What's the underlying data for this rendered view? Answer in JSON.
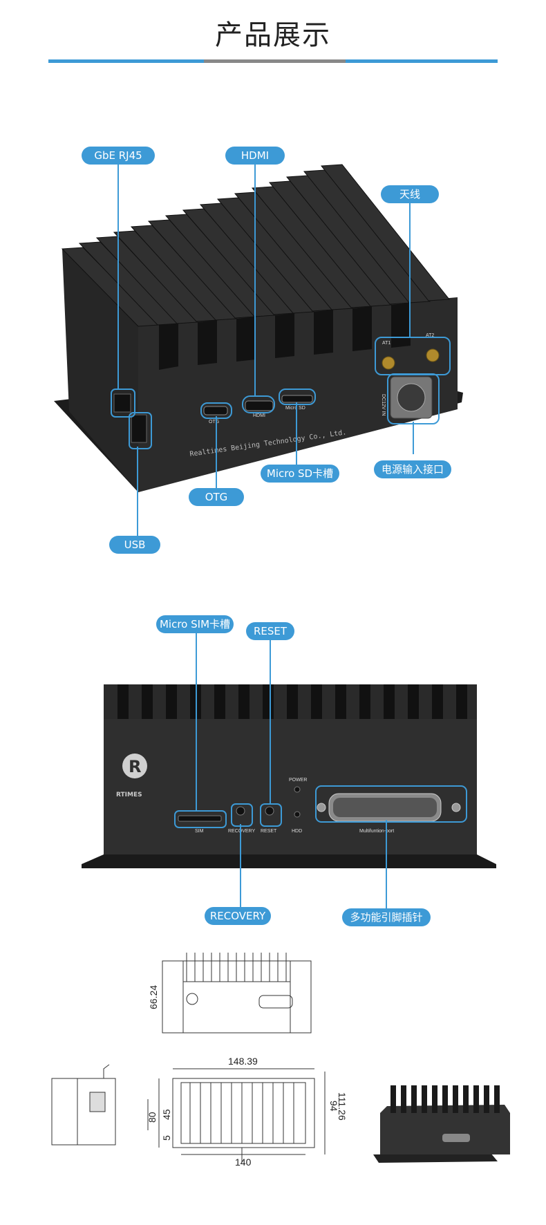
{
  "header": {
    "title": "产品展示",
    "bar_colors": [
      "#3d9ad6",
      "#888888",
      "#3d9ad6"
    ]
  },
  "view1": {
    "labels": {
      "gbe": "GbE RJ45",
      "hdmi": "HDMI",
      "antenna": "天线",
      "microsd": "Micro SD卡槽",
      "power_in": "电源输入接口",
      "otg": "OTG",
      "usb": "USB"
    },
    "port_labels": {
      "otg": "OTG",
      "hdmi": "HDMI",
      "microsd": "Micro SD",
      "at1": "AT1",
      "at2": "AT2",
      "dc_in": "DC12V IN"
    },
    "engraving": "Realtimes Beijing Technology Co., Ltd."
  },
  "view2": {
    "labels": {
      "micro_sim": "Micro SIM卡槽",
      "reset": "RESET",
      "recovery": "RECOVERY",
      "multi": "多功能引脚插针"
    },
    "panel_labels": {
      "sim": "SIM",
      "recovery": "RECOVERY",
      "reset": "RESET",
      "power": "POWER",
      "hdd": "HDD",
      "multiport": "Multifuntion-port"
    },
    "logo_text": "RTIMES",
    "logo_letter": "R"
  },
  "dimensions": {
    "height": "66.24",
    "width_top": "148.39",
    "width_bottom": "140",
    "depth_outer": "111.26",
    "depth_mid": "94",
    "left_80": "80",
    "left_45": "45",
    "left_5": "5"
  },
  "colors": {
    "accent": "#3d9ad6",
    "device_body": "#2a2a2a",
    "device_dark": "#1a1a1a"
  }
}
